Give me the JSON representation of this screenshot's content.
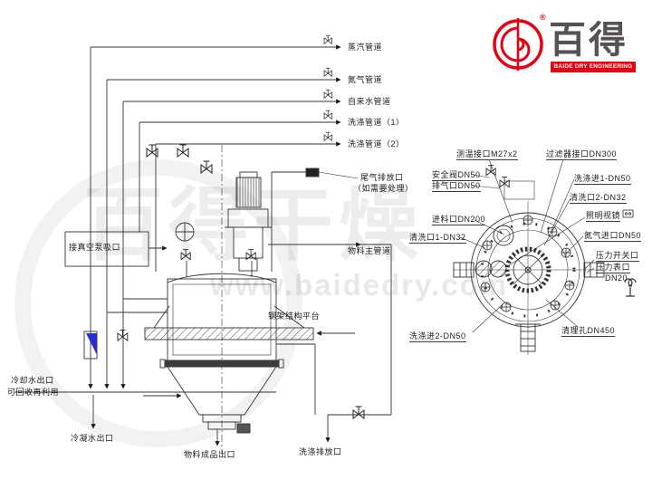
{
  "logo": {
    "brand_cn": "百得",
    "brand_en": "BAIDE DRY ENGINEERING",
    "registered": "®",
    "accent_color": "#e60012",
    "text_color": "#575355"
  },
  "watermarks": {
    "cn": "百得干燥",
    "url": "www.baidedry.com"
  },
  "colors": {
    "line_dark": "#333333",
    "flow_blue": "#2b2bcf",
    "brand_red": "#e60012"
  },
  "main_view": {
    "pipes": [
      "蒸汽管道",
      "氮气管道",
      "自来水管道",
      "洗涤管道（1）",
      "洗涤管道（2）"
    ],
    "exhaust_line1": "尾气排放口",
    "exhaust_line2": "（如需要处理）",
    "material_main": "物料主管道",
    "platform": "钢架结构平台",
    "vacuum_suction": "接真空泵吸口",
    "cooling_out1": "冷却水出口",
    "cooling_out2": "可回收再利用",
    "condensate_out": "冷凝水出口",
    "product_out": "物料成品出口",
    "wash_drain": "洗涤排放口"
  },
  "top_view": {
    "temp_port": "测温接口M27x2",
    "filter_port": "过滤器接口DN300",
    "safety_valve": "安全阀DN50",
    "vent_port": "排气口DN50",
    "wash_in1": "洗涤进1-DN50",
    "clean_port2": "清洗口2-DN32",
    "sight_glass": "照明视镜",
    "n2_inlet": "氮气进口DN50",
    "feed_port": "进料口DN200",
    "clean_port1": "清洗口1-DN32",
    "pressure_switch": "压力开关口",
    "pressure_gauge": "压力表口",
    "pressure_dn": "DN20",
    "clean_hole": "清理孔DN450",
    "wash_in2": "洗涤进2-DN50"
  }
}
